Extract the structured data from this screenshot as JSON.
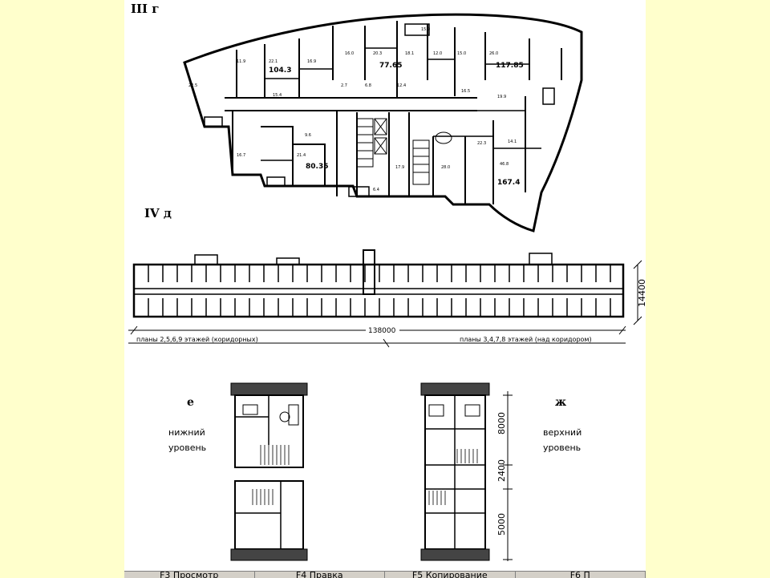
{
  "plan_iii": {
    "label": "III г",
    "areas": [
      "104.3",
      "77.65",
      "117.85",
      "80.35",
      "167.4"
    ]
  },
  "plan_iv": {
    "label": "IV д",
    "length": "138000",
    "depth": "14400",
    "left_caption": "планы 2,5,6,9 этажей (коридорных)",
    "right_caption": "планы 3,4,7,8 этажей (над коридором)"
  },
  "plan_e": {
    "label": "е",
    "level": "нижний\nуровень"
  },
  "plan_zh": {
    "label": "ж",
    "level": "верхний\nуровень",
    "dims": [
      "8000",
      "2400",
      "5000"
    ]
  },
  "function_keys": [
    "F3 Просмотр",
    "F4 Правка",
    "F5 Копирование",
    "F6 П"
  ]
}
